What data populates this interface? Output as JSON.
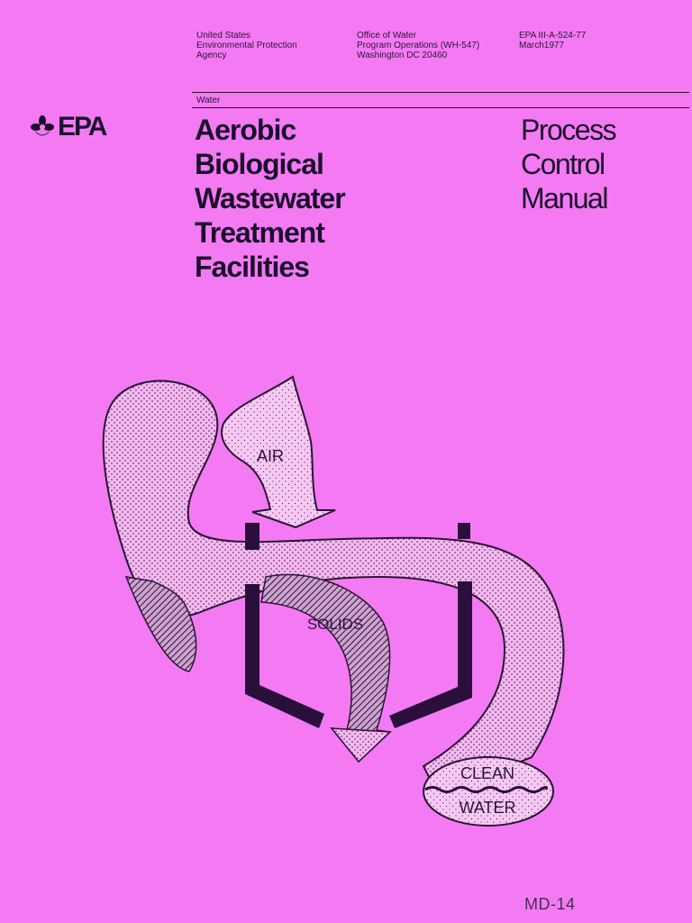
{
  "header": {
    "agency": [
      "United States",
      "Environmental Protection",
      "Agency"
    ],
    "office": [
      "Office of Water",
      "Program Operations (WH-547)",
      "Washington DC 20460"
    ],
    "publication": [
      "EPA III-A-524-77",
      "March1977"
    ]
  },
  "category": "Water",
  "logo": {
    "text": "EPA",
    "icon": "epa-flower-icon"
  },
  "title": [
    "Aerobic",
    "Biological",
    "Wastewater",
    "Treatment",
    "Facilities"
  ],
  "subtitle": [
    "Process",
    "Control",
    "Manual"
  ],
  "diagram": {
    "labels": {
      "air": "AIR",
      "solids": "SOLIDS",
      "clean": "CLEAN",
      "water": "WATER"
    }
  },
  "doc_number": "MD-14",
  "colors": {
    "background": "#f47af4",
    "ink": "#1c0f2c"
  }
}
